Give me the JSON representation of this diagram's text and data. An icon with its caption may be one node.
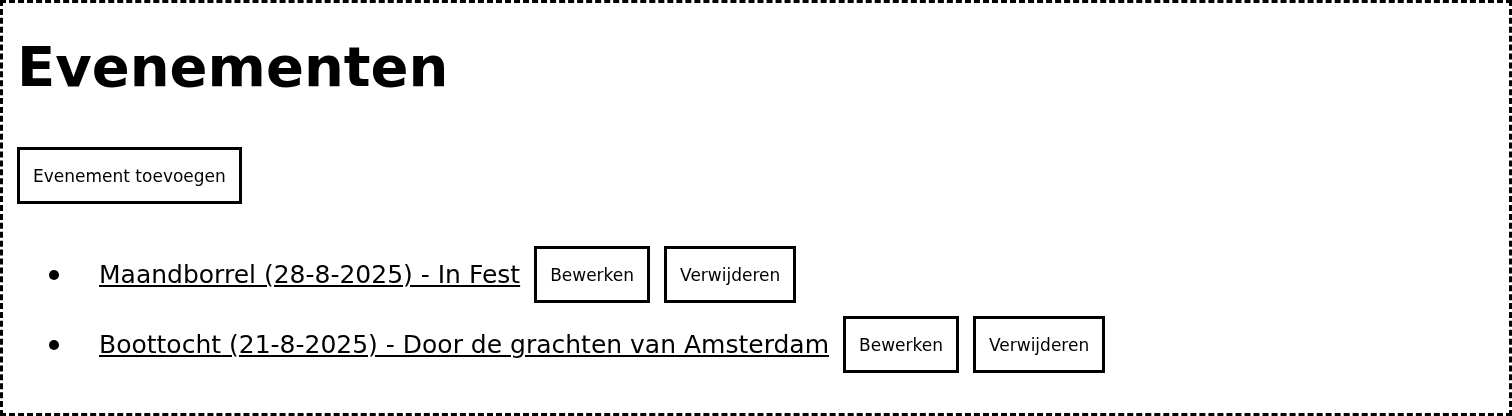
{
  "diagram": {
    "title": "Evenementen",
    "nodes": [
      {
        "text": [
          "Evenement toevoegen"
        ]
      },
      {
        "text": [
          "Bewerken"
        ]
      },
      {
        "text": [
          "Verwijderen"
        ]
      },
      {
        "text": [
          "Bewerken"
        ]
      },
      {
        "text": [
          "Verwijderen"
        ]
      }
    ],
    "labels": [
      "Maandborrel (28-8-2025) - In Fest",
      "Boottocht (21-8-2025) - Door de grachten van Amsterdam"
    ]
  }
}
